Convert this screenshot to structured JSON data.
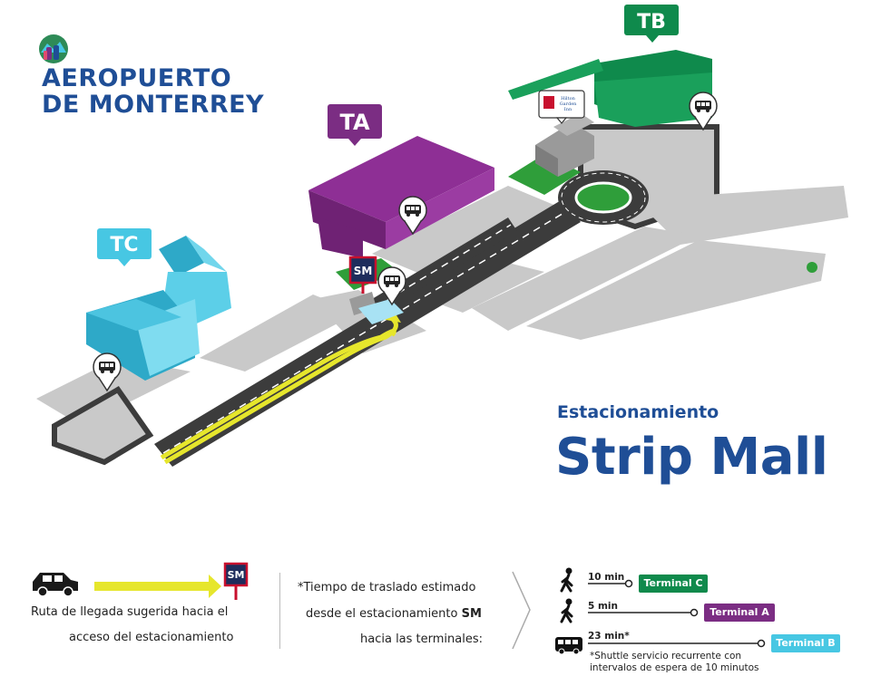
{
  "colors": {
    "terminal_a": "#7b2d83",
    "terminal_b": "#0f8a4c",
    "terminal_c": "#47c7e3",
    "brand_blue": "#1f4e96",
    "route_yellow": "#e6e62c",
    "sm_red": "#c8102e",
    "road": "#3c3c3c",
    "pavement": "#c9c9c9"
  },
  "logo": {
    "line1": "AEROPUERTO",
    "line2": "DE MONTERREY"
  },
  "terminals": {
    "ta": "TA",
    "tb": "TB",
    "tc": "TC"
  },
  "hotel": {
    "name_line1": "Hilton",
    "name_line2": "Garden",
    "name_line3": "Inn"
  },
  "sm_marker": "SM",
  "title": {
    "subtitle": "Estacionamiento",
    "main": "Strip Mall"
  },
  "legend": {
    "route_line1": "Ruta  de llegada sugerida hacia el",
    "route_line2": "acceso del estacionamiento",
    "sm_label": "SM",
    "time_line1": "*Tiempo de traslado estimado",
    "time_line2_prefix": "desde el estacionamiento ",
    "time_line2_bold": "SM",
    "time_line3": "hacia las terminales:"
  },
  "travel": [
    {
      "mode": "walk-icon",
      "time": "10 min",
      "terminal": "Terminal C",
      "color": "#0f8a4c"
    },
    {
      "mode": "walk-icon",
      "time": "5 min",
      "terminal": "Terminal A",
      "color": "#7b2d83"
    },
    {
      "mode": "shuttle-icon",
      "time": "23 min*",
      "terminal": "Terminal B",
      "color": "#47c7e3"
    }
  ],
  "shuttle_note": {
    "line1": "*Shuttle servicio recurrente con",
    "line2": "intervalos de espera de 10 minutos"
  }
}
